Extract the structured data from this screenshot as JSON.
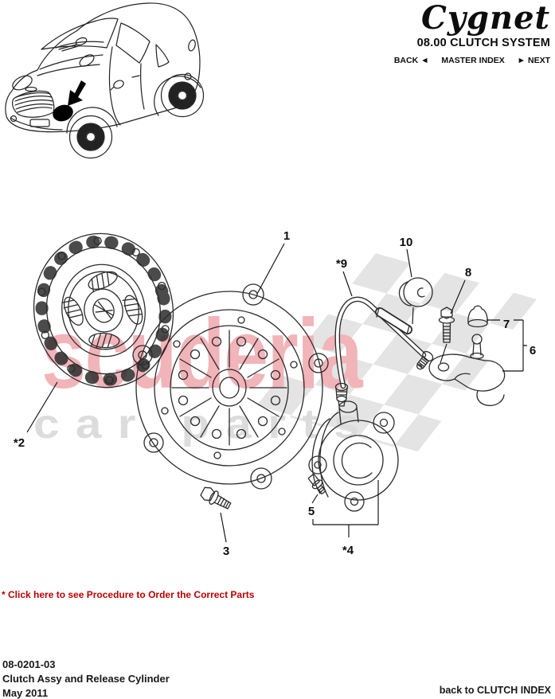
{
  "header": {
    "logo": "Cygnet",
    "section_title": "08.00 CLUTCH SYSTEM",
    "nav": {
      "back": "BACK ◄",
      "master_index": "MASTER INDEX",
      "next": "► NEXT"
    }
  },
  "watermark": {
    "brand": "scuderia",
    "tagline": "car parts",
    "brand_color": "#f1b4b9",
    "tagline_color": "#dcdcdc",
    "flag_color": "#c9c9c9"
  },
  "diagram": {
    "callouts": {
      "n1": "1",
      "n2": "*2",
      "n3": "3",
      "n4": "*4",
      "n5": "5",
      "n6": "6",
      "n7": "7",
      "n8": "8",
      "n9": "*9",
      "n10": "10"
    }
  },
  "order_link": {
    "label": "* Click here to see Procedure to Order the Correct Parts",
    "color": "#bb0000"
  },
  "footer": {
    "doc_number": "08-0201-03",
    "title": "Clutch Assy and Release Cylinder",
    "date": "May 2011",
    "back_link": "back to CLUTCH INDEX"
  }
}
